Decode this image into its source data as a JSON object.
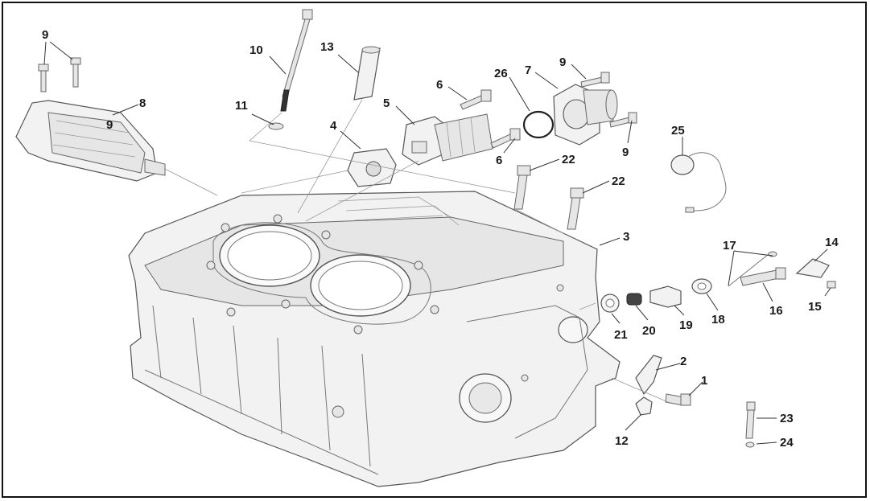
{
  "diagram": {
    "callouts": [
      {
        "id": "c1",
        "text": "1"
      },
      {
        "id": "c2",
        "text": "2"
      },
      {
        "id": "c3",
        "text": "3"
      },
      {
        "id": "c4",
        "text": "4"
      },
      {
        "id": "c5",
        "text": "5"
      },
      {
        "id": "c6a",
        "text": "6"
      },
      {
        "id": "c6b",
        "text": "6"
      },
      {
        "id": "c7",
        "text": "7"
      },
      {
        "id": "c8",
        "text": "8"
      },
      {
        "id": "c9a",
        "text": "9"
      },
      {
        "id": "c9b",
        "text": "9"
      },
      {
        "id": "c9c",
        "text": "9"
      },
      {
        "id": "c9d",
        "text": "9"
      },
      {
        "id": "c10",
        "text": "10"
      },
      {
        "id": "c11",
        "text": "11"
      },
      {
        "id": "c12",
        "text": "12"
      },
      {
        "id": "c13",
        "text": "13"
      },
      {
        "id": "c14",
        "text": "14"
      },
      {
        "id": "c15",
        "text": "15"
      },
      {
        "id": "c16",
        "text": "16"
      },
      {
        "id": "c17",
        "text": "17"
      },
      {
        "id": "c18",
        "text": "18"
      },
      {
        "id": "c19",
        "text": "19"
      },
      {
        "id": "c20",
        "text": "20"
      },
      {
        "id": "c21",
        "text": "21"
      },
      {
        "id": "c22a",
        "text": "22"
      },
      {
        "id": "c22b",
        "text": "22"
      },
      {
        "id": "c23",
        "text": "23"
      },
      {
        "id": "c24",
        "text": "24"
      },
      {
        "id": "c25",
        "text": "25"
      },
      {
        "id": "c26",
        "text": "26"
      }
    ]
  }
}
